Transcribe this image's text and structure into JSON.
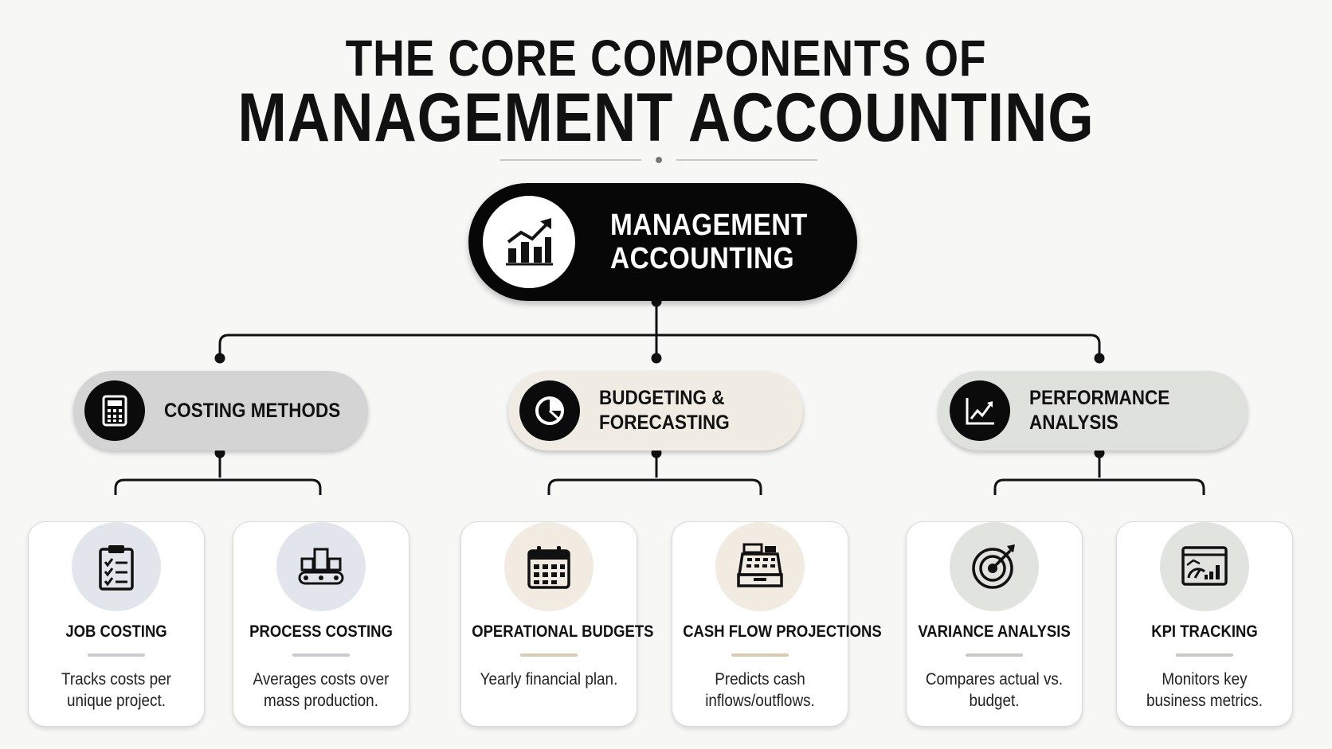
{
  "title": {
    "line1": "THE CORE COMPONENTS OF",
    "line2": "MANAGEMENT ACCOUNTING"
  },
  "root": {
    "label": "MANAGEMENT\nACCOUNTING",
    "icon": "growth-chart-icon"
  },
  "categories": [
    {
      "label": "COSTING METHODS",
      "icon": "calculator-icon",
      "color": "#d4d4d4",
      "items": [
        {
          "name": "JOB COSTING",
          "desc": "Tracks costs per unique project.",
          "icon": "clipboard-checklist-icon",
          "icon_bg": "#e2e6ec",
          "bar": "#c9ccd0"
        },
        {
          "name": "PROCESS COSTING",
          "desc": "Averages costs over mass production.",
          "icon": "conveyor-boxes-icon",
          "icon_bg": "#e2e6ec",
          "bar": "#c9ccd0"
        }
      ]
    },
    {
      "label": "BUDGETING &\nFORECASTING",
      "icon": "pie-chart-icon",
      "color": "#f1ece3",
      "items": [
        {
          "name": "OPERATIONAL BUDGETS",
          "desc": "Yearly financial plan.",
          "icon": "calendar-icon",
          "icon_bg": "#f1ebe1",
          "bar": "#dccbb0"
        },
        {
          "name": "CASH FLOW PROJECTIONS",
          "desc": "Predicts cash inflows/outflows.",
          "icon": "cash-register-icon",
          "icon_bg": "#f1ebe1",
          "bar": "#dccbb0"
        }
      ]
    },
    {
      "label": "PERFORMANCE ANALYSIS",
      "icon": "line-chart-icon",
      "color": "#dfe1dc",
      "items": [
        {
          "name": "VARIANCE ANALYSIS",
          "desc": "Compares actual vs. budget.",
          "icon": "target-arrow-icon",
          "icon_bg": "#e1e3de",
          "bar": "#c8cbc5"
        },
        {
          "name": "KPI TRACKING",
          "desc": "Monitors key business metrics.",
          "icon": "dashboard-icon",
          "icon_bg": "#e1e3de",
          "bar": "#c8cbc5"
        }
      ]
    }
  ]
}
